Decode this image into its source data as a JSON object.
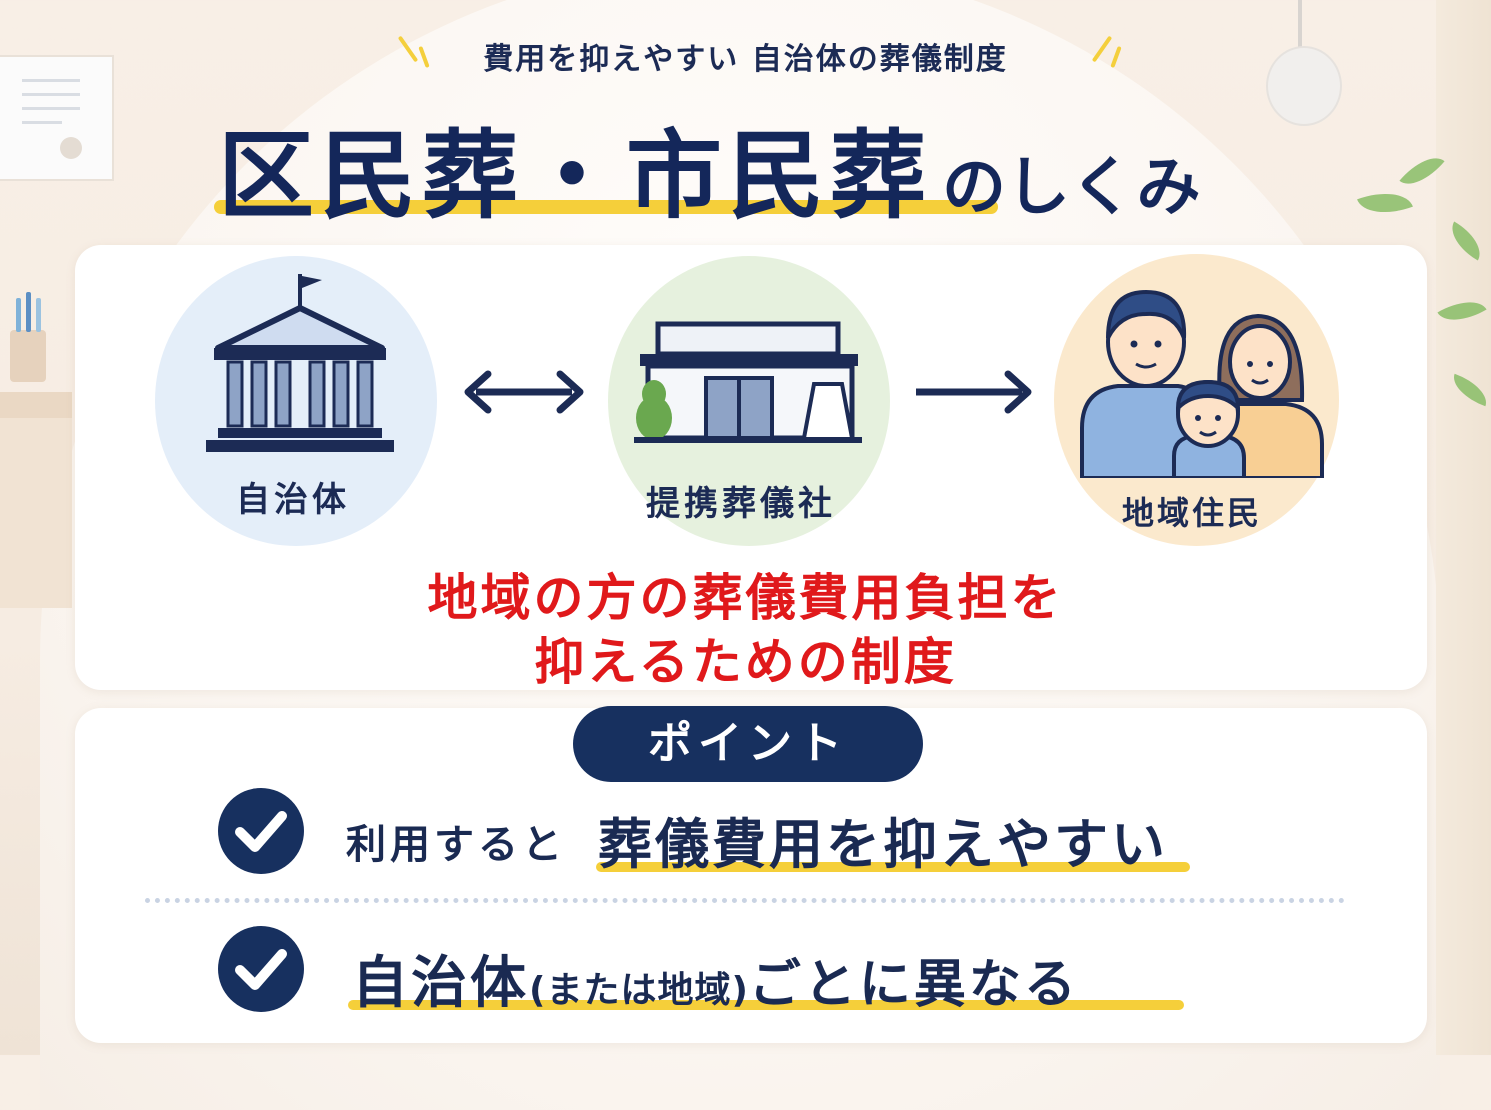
{
  "header": {
    "subtitle": "費用を抑えやすい 自治体の葬儀制度",
    "title_main": "区民葬・市民葬",
    "title_suffix": "のしくみ"
  },
  "diagram": {
    "nodes": [
      {
        "label": "自治体",
        "icon": "city-hall-icon"
      },
      {
        "label": "提携葬儀社",
        "icon": "funeral-home-icon"
      },
      {
        "label": "地域住民",
        "icon": "family-icon"
      }
    ],
    "edges": [
      {
        "from": "自治体",
        "to": "提携葬儀社",
        "type": "bidirectional"
      },
      {
        "from": "提携葬儀社",
        "to": "地域住民",
        "type": "one-way"
      }
    ],
    "description_line1": "地域の方の葬儀費用負担を",
    "description_line2": "抑えるための制度"
  },
  "points": {
    "heading": "ポイント",
    "items": [
      {
        "prefix": "利用すると",
        "emphasis": "葬儀費用を抑えやすい"
      },
      {
        "part1": "自治体",
        "part2": "(または地域)",
        "part3": "ごとに異なる"
      }
    ]
  },
  "colors": {
    "navy": "#17305f",
    "red": "#e0191b",
    "yellow": "#f5cf3a",
    "gov_circle": "#e4eef9",
    "funeral_circle": "#e6f1de",
    "resident_circle": "#fbe9cd"
  }
}
